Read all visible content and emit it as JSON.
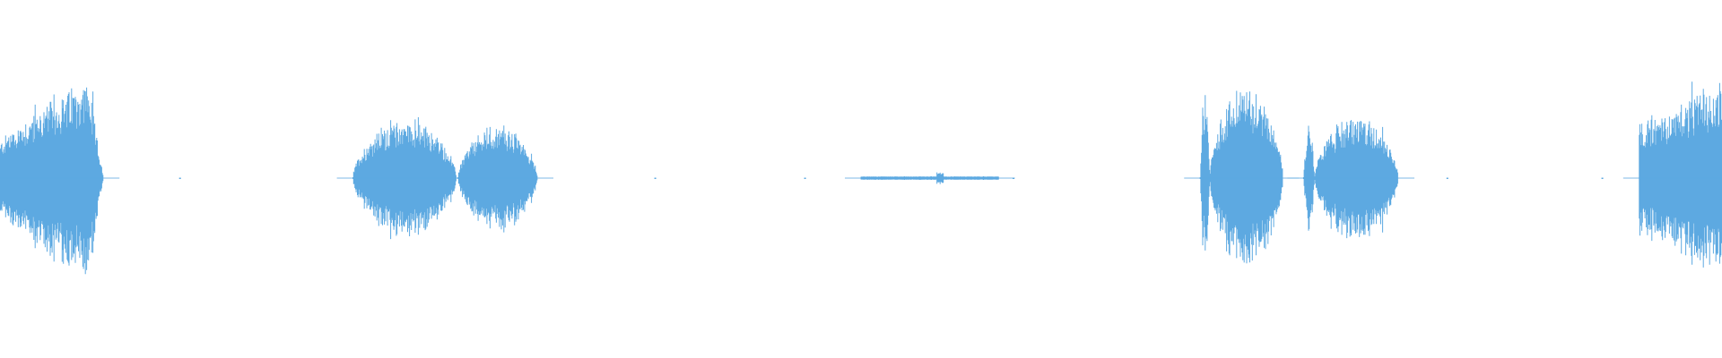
{
  "waveform": {
    "color": "#5DA9E1",
    "background": "#FFFFFF",
    "segments": [
      {
        "name": "segment-1",
        "start": 0.0,
        "end": 0.06,
        "peak": 0.58,
        "shape": "rise-fall-late"
      },
      {
        "name": "segment-2",
        "start": 0.205,
        "end": 0.265,
        "peak": 0.34,
        "shape": "hump"
      },
      {
        "name": "segment-3",
        "start": 0.266,
        "end": 0.312,
        "peak": 0.3,
        "shape": "hump"
      },
      {
        "name": "segment-4",
        "start": 0.5,
        "end": 0.58,
        "peak": 0.03,
        "shape": "blip"
      },
      {
        "name": "segment-5",
        "start": 0.697,
        "end": 0.745,
        "peak": 0.52,
        "shape": "spike-hump"
      },
      {
        "name": "segment-6",
        "start": 0.757,
        "end": 0.812,
        "peak": 0.35,
        "shape": "spike-hump"
      },
      {
        "name": "segment-7",
        "start": 0.952,
        "end": 1.0,
        "peak": 0.55,
        "shape": "rise"
      }
    ],
    "noise_dots": [
      0.104,
      0.38,
      0.467,
      0.588,
      0.84,
      0.93
    ]
  }
}
